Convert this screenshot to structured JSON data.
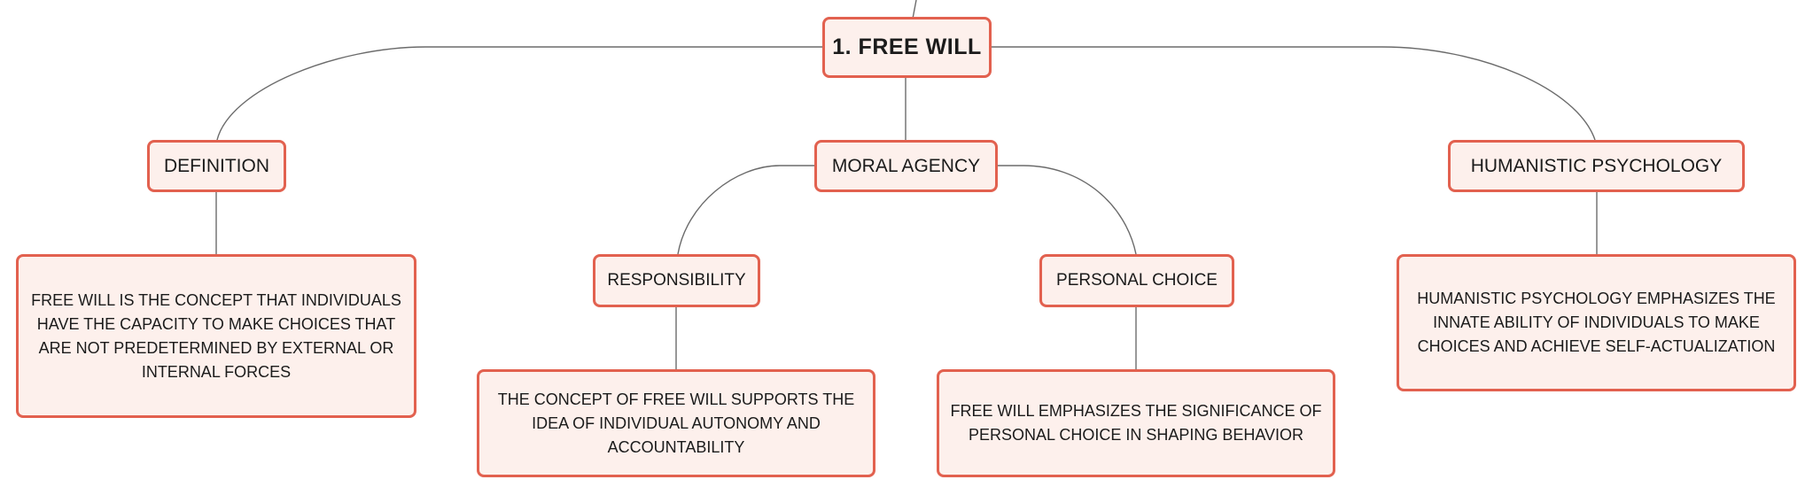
{
  "mindmap": {
    "root": {
      "label": "1. FREE WILL"
    },
    "definition": {
      "label": "DEFINITION",
      "detail": "FREE WILL IS THE CONCEPT THAT INDIVIDUALS HAVE THE CAPACITY TO MAKE CHOICES THAT ARE NOT PREDETERMINED BY EXTERNAL OR INTERNAL FORCES"
    },
    "moral_agency": {
      "label": "MORAL AGENCY",
      "responsibility": {
        "label": "RESPONSIBILITY",
        "detail": "THE CONCEPT OF FREE WILL SUPPORTS THE IDEA OF INDIVIDUAL AUTONOMY AND ACCOUNTABILITY"
      },
      "personal_choice": {
        "label": "PERSONAL CHOICE",
        "detail": "FREE WILL EMPHASIZES THE SIGNIFICANCE OF PERSONAL CHOICE IN SHAPING BEHAVIOR"
      }
    },
    "humanistic": {
      "label": "HUMANISTIC PSYCHOLOGY",
      "detail": "HUMANISTIC PSYCHOLOGY EMPHASIZES THE INNATE ABILITY OF INDIVIDUALS TO MAKE CHOICES AND ACHIEVE SELF-ACTUALIZATION"
    }
  },
  "colors": {
    "node_border": "#e2614f",
    "node_fill": "#fdf0ec",
    "connector": "#6b6b6b"
  }
}
